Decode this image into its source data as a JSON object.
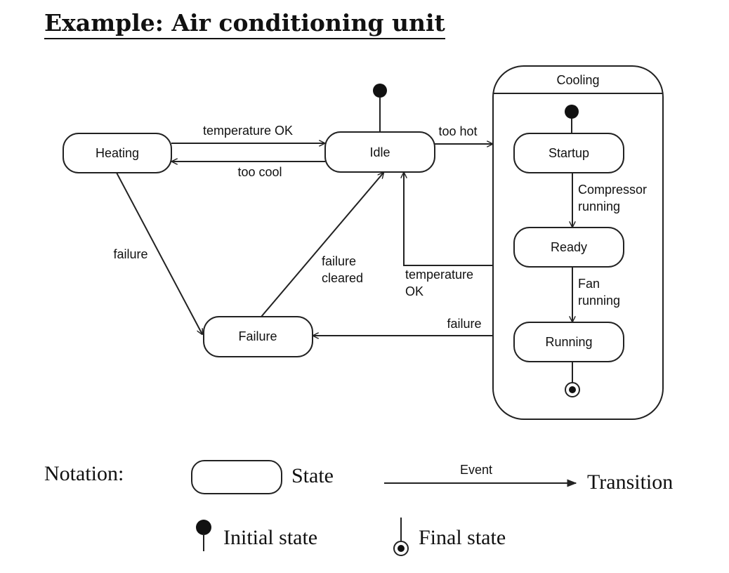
{
  "title": "Example: Air conditioning unit",
  "states": {
    "heating": "Heating",
    "idle": "Idle",
    "failure": "Failure",
    "cooling": "Cooling",
    "startup": "Startup",
    "ready": "Ready",
    "running": "Running"
  },
  "transitions": {
    "temperature_ok_top": "temperature OK",
    "too_cool": "too cool",
    "too_hot": "too hot",
    "failure_heating": "failure",
    "failure_cleared_1": "failure",
    "failure_cleared_2": "cleared",
    "temperature_ok_cooling_1": "temperature",
    "temperature_ok_cooling_2": "OK",
    "failure_cooling": "failure",
    "compressor_running_1": "Compressor",
    "compressor_running_2": "running",
    "fan_running_1": "Fan",
    "fan_running_2": "running"
  },
  "notation": {
    "heading": "Notation:",
    "state": "State",
    "event": "Event",
    "transition": "Transition",
    "initial_state": "Initial state",
    "final_state": "Final state"
  }
}
